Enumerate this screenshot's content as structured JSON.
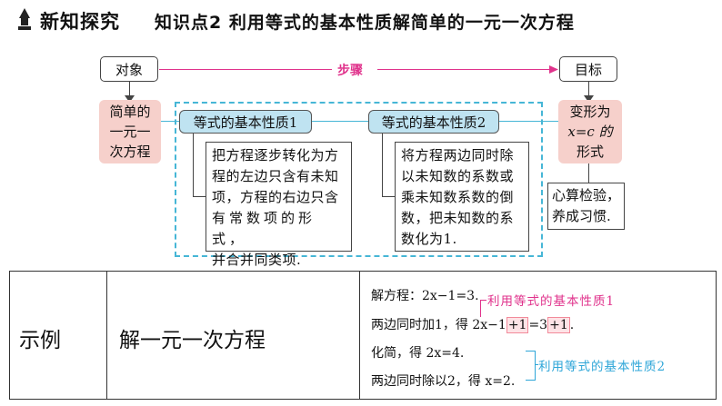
{
  "header": {
    "section_title": "新知探究",
    "topic_title": "知识点2  利用等式的基本性质解简单的一元一次方程"
  },
  "diagram": {
    "object_label": "对象",
    "steps_label": "步骤",
    "goal_label": "目标",
    "left_box": [
      "简单的",
      "一元一",
      "次方程"
    ],
    "property1_label": "等式的基本性质1",
    "property2_label": "等式的基本性质2",
    "right_box": [
      "变形为",
      "x=c 的",
      "形式"
    ],
    "note1": [
      "把方程逐步转化为方",
      "程的左边只含有未知",
      "项，方程的右边只含",
      "有常数项的形式，",
      "并合并同类项."
    ],
    "note2": [
      "将方程两边同时除",
      "以未知数的系数或",
      "乘未知数系数的倒",
      "数，把未知数的系",
      "数化为1."
    ],
    "note3": [
      "心算检验，",
      "养成习惯."
    ]
  },
  "table": {
    "col1": "示例",
    "col2": "解一元一次方程",
    "lines": {
      "l1": "解方程：2x−1=3.",
      "l2_prefix": "两边同时加1，得 2x−1",
      "l2_hl1": "+1",
      "l2_mid": "=3",
      "l2_hl2": "+1",
      "l2_end": ".",
      "l3": "化简，得 2x=4.",
      "l4": "两边同时除以2，得 x=2."
    },
    "annotation1": "利用等式的基本性质1",
    "annotation2": "利用等式的基本性质2",
    "colors": {
      "annotation1": "#e0338c",
      "annotation2": "#2ea6d8"
    }
  }
}
